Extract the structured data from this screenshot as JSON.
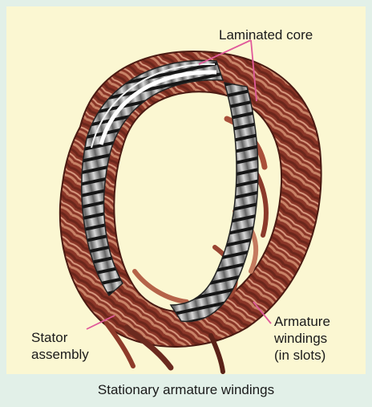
{
  "labels": {
    "core": "Laminated core",
    "stator_line1": "Stator",
    "stator_line2": "assembly",
    "armature_line1": "Armature",
    "armature_line2": "windings",
    "armature_line3": "(in slots)"
  },
  "caption": "Stationary armature windings",
  "colors": {
    "panel_bg": "#fbf7d2",
    "frame_bg": "#e2f0e8",
    "copper_dark": "#6b2a1f",
    "copper_mid": "#a24a36",
    "copper_light": "#d18a6a",
    "core_steel": "#9a9a9a",
    "leader_line": "#e05a9a"
  }
}
